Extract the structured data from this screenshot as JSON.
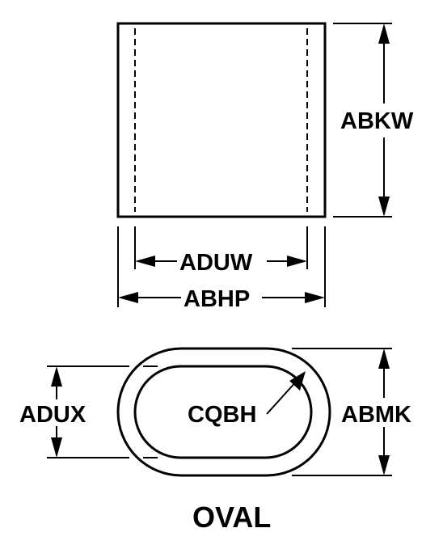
{
  "labels": {
    "abkw": "ABKW",
    "aduw": "ADUW",
    "abhp": "ABHP",
    "adux": "ADUX",
    "cqbh": "CQBH",
    "abmk": "ABMK",
    "shape": "OVAL"
  },
  "colors": {
    "ink": "#000000",
    "background": "#ffffff"
  }
}
